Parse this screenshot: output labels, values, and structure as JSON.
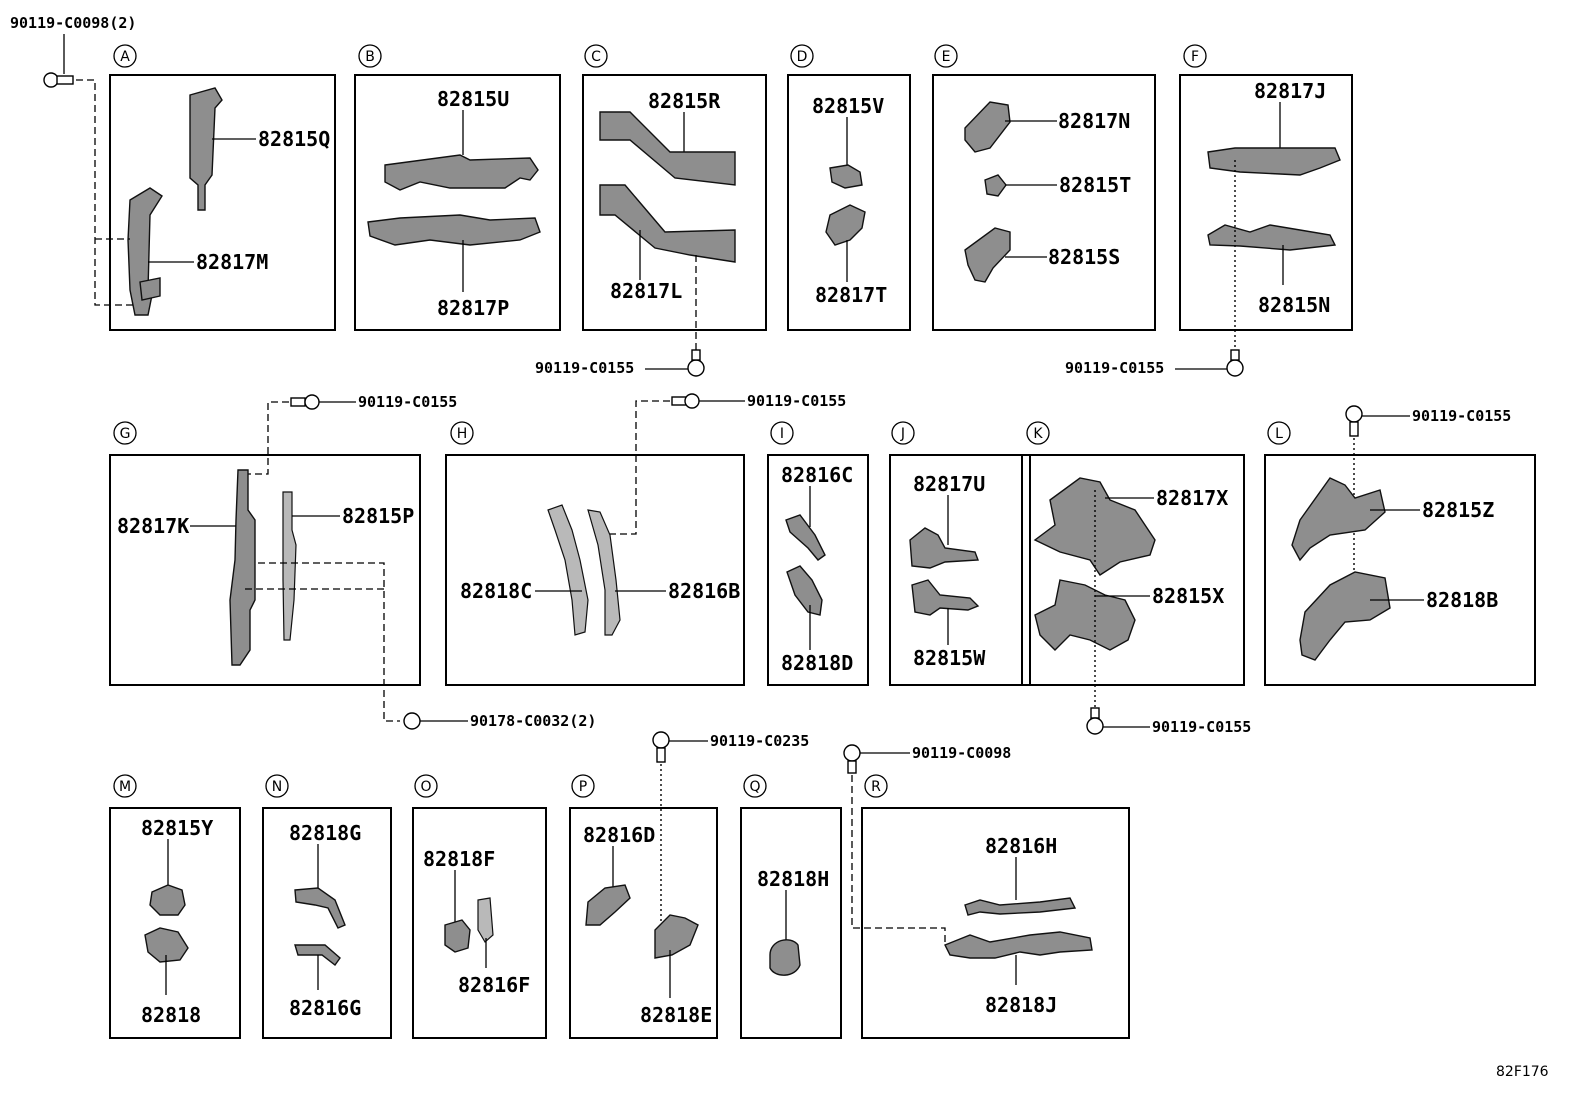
{
  "diagram": {
    "reference_code": "82F176",
    "sections": [
      {
        "letter": "A",
        "parts": [
          "82815Q",
          "82817M"
        ]
      },
      {
        "letter": "B",
        "parts": [
          "82815U",
          "82817P"
        ]
      },
      {
        "letter": "C",
        "parts": [
          "82815R",
          "82817L"
        ]
      },
      {
        "letter": "D",
        "parts": [
          "82815V",
          "82817T"
        ]
      },
      {
        "letter": "E",
        "parts": [
          "82817N",
          "82815T",
          "82815S"
        ]
      },
      {
        "letter": "F",
        "parts": [
          "82817J",
          "82815N"
        ]
      },
      {
        "letter": "G",
        "parts": [
          "82817K",
          "82815P"
        ]
      },
      {
        "letter": "H",
        "parts": [
          "82818C",
          "82816B"
        ]
      },
      {
        "letter": "I",
        "parts": [
          "82816C",
          "82818D"
        ]
      },
      {
        "letter": "J",
        "parts": [
          "82817U",
          "82815W"
        ]
      },
      {
        "letter": "K",
        "parts": [
          "82817X",
          "82815X"
        ]
      },
      {
        "letter": "L",
        "parts": [
          "82815Z",
          "82818B"
        ]
      },
      {
        "letter": "M",
        "parts": [
          "82815Y",
          "82818"
        ]
      },
      {
        "letter": "N",
        "parts": [
          "82818G",
          "82816G"
        ]
      },
      {
        "letter": "O",
        "parts": [
          "82818F",
          "82816F"
        ]
      },
      {
        "letter": "P",
        "parts": [
          "82816D",
          "82818E"
        ]
      },
      {
        "letter": "Q",
        "parts": [
          "82818H"
        ]
      },
      {
        "letter": "R",
        "parts": [
          "82816H",
          "82818J"
        ]
      }
    ],
    "fasteners": [
      "90119-C0098(2)",
      "90119-C0155",
      "90119-C0155",
      "90119-C0155",
      "90119-C0155",
      "90178-C0032(2)",
      "90119-C0155",
      "90119-C0155",
      "90119-C0235",
      "90119-C0098"
    ]
  }
}
